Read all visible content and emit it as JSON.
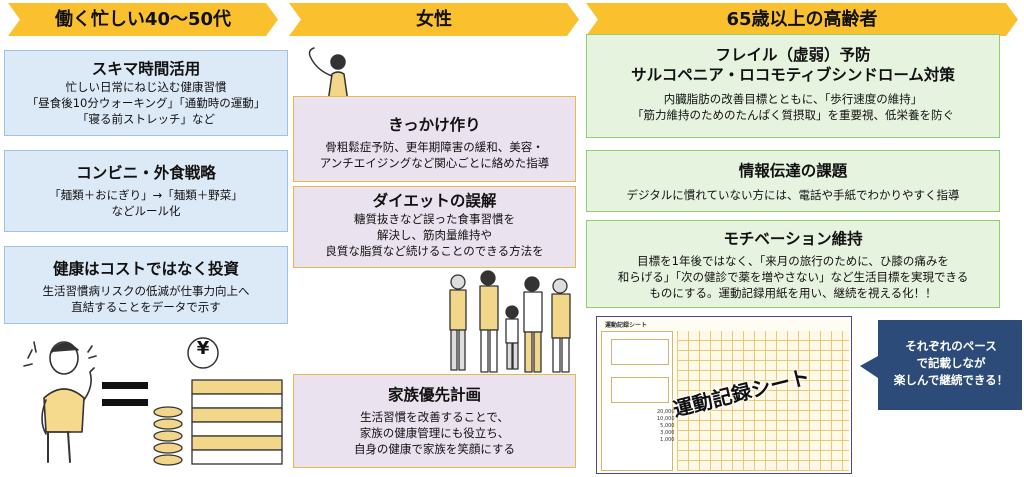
{
  "headers": {
    "col1": "働く忙しい40～50代",
    "col2": "女性",
    "col3": "65歳以上の高齢者"
  },
  "col1": {
    "card1": {
      "title": "スキマ時間活用",
      "lines": [
        "忙しい日常にねじ込む健康習慣",
        "「昼食後10分ウォーキング」「通勤時の運動」",
        "「寝る前ストレッチ」など"
      ]
    },
    "card2": {
      "title": "コンビニ・外食戦略",
      "lines": [
        "「麺類＋おにぎり」→「麺類＋野菜」",
        "などルール化"
      ]
    },
    "card3": {
      "title": "健康はコストではなく投資",
      "lines": [
        "生活習慣病リスクの低減が仕事力向上へ",
        "直結することをデータで示す"
      ]
    }
  },
  "col2": {
    "card1": {
      "title": "きっかけ作り",
      "lines": [
        "骨粗鬆症予防、更年期障害の緩和、美容・",
        "アンチエイジングなど関心ごとに絡めた指導"
      ]
    },
    "card2": {
      "title": "ダイエットの誤解",
      "lines": [
        "糖質抜きなど誤った食事習慣を",
        "解決し、筋肉量維持や",
        "良質な脂質など続けることのできる方法を"
      ]
    },
    "card3": {
      "title": "家族優先計画",
      "lines": [
        "生活習慣を改善することで、",
        "家族の健康管理にも役立ち、",
        "自身の健康で家族を笑顔にする"
      ]
    }
  },
  "col3": {
    "card1": {
      "title_lines": [
        "フレイル（虚弱）予防",
        "サルコペニア・ロコモティブシンドローム対策"
      ],
      "lines": [
        "内臓脂肪の改善目標とともに、「歩行速度の維持」",
        "「筋力維持のためのたんぱく質摂取」を重要視、低栄養を防ぐ"
      ]
    },
    "card2": {
      "title": "情報伝達の課題",
      "lines": [
        "デジタルに慣れていない方には、電話や手紙でわかりやすく指導"
      ]
    },
    "card3": {
      "title": "モチベーション維持",
      "lines": [
        "目標を1年後ではなく、「来月の旅行のために、ひ膝の痛みを",
        "和らげる」「次の健診で薬を増やさない」など生活目標を実現できる",
        "ものにする。運動記録用紙を用い、継続を視える化！！"
      ]
    }
  },
  "record_sheet": {
    "header": "運動記録シート",
    "overlay": "運動記録シート",
    "numbers": [
      "20,000",
      "10,000",
      "5,000",
      "3,000",
      "1,000"
    ]
  },
  "callout": {
    "lines": [
      "それぞれのペース",
      "で記載しなが",
      "楽しんで継続できる！"
    ]
  },
  "money_symbol": "¥",
  "colors": {
    "header_yellow": "#fbc02d",
    "blue_card": "#dce9f7",
    "purple_card": "#ebe2f0",
    "green_card": "#e6f3df",
    "callout": "#2c4b78"
  },
  "icons": [
    "worker-person-icon",
    "equals-icon",
    "money-stack-icon",
    "yoga-woman-icon",
    "family-icon"
  ]
}
